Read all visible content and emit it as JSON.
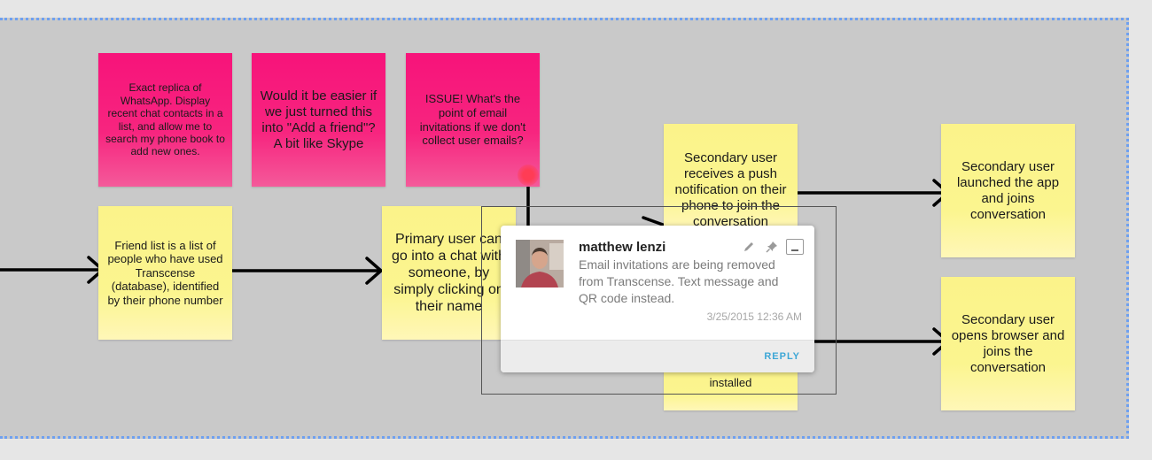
{
  "notes": {
    "pink_1": "Exact replica of WhatsApp. Display recent chat contacts in a list, and allow me to search my phone book to add new ones.",
    "pink_2": "Would it be easier if we just turned this into \"Add a friend\"? A bit like Skype",
    "pink_3": "ISSUE! What's the point of email invitations if we don't collect user emails?",
    "friend_list": "Friend list is a list of people who have used Transcense (database), identified by their phone number",
    "primary_user": "Primary user can go into a chat with someone, by simply clicking on their name",
    "secondary_push": "Secondary user receives a push notification on their phone to join the conversation",
    "secondary_installed": "installed",
    "secondary_app": "Secondary user launched the app and joins conversation",
    "secondary_browser": "Secondary user opens browser and joins the conversation"
  },
  "comment": {
    "author": "matthew lenzi",
    "text": "Email invitations are being removed from Transcense. Text message and QR code instead.",
    "timestamp": "3/25/2015 12:36 AM",
    "reply_label": "REPLY"
  },
  "icons": {
    "edit": "pencil-icon",
    "pin": "pin-icon",
    "minimize": "minimize-icon"
  },
  "colors": {
    "pink_note": "#f7137a",
    "yellow_note": "#fbf38a",
    "canvas": "#c9c9c9",
    "selection_border": "#6ea0f0",
    "reply": "#3ea7d6"
  }
}
